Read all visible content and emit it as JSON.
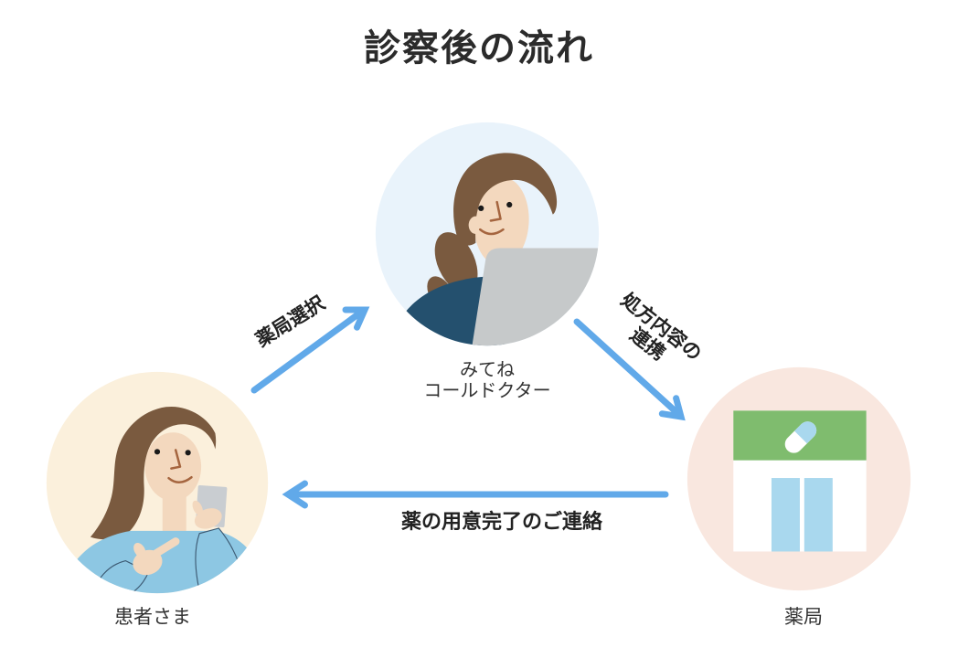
{
  "title": "診察後の流れ",
  "nodes": {
    "doctor": {
      "label_line1": "みてね",
      "label_line2": "コールドクター",
      "icon": "doctor-at-laptop-illustration",
      "bg_color": "#E9F3FB"
    },
    "patient": {
      "label": "患者さま",
      "icon": "patient-with-smartphone-illustration",
      "bg_color": "#FBF0DC"
    },
    "pharmacy": {
      "label": "薬局",
      "icon": "pharmacy-storefront-illustration",
      "bg_color": "#F9E7DF"
    }
  },
  "arrows": [
    {
      "label": "薬局選択",
      "from": "patient",
      "to": "doctor"
    },
    {
      "label_line1": "処方内容の",
      "label_line2": "連携",
      "from": "doctor",
      "to": "pharmacy"
    },
    {
      "label": "薬の用意完了のご連絡",
      "from": "pharmacy",
      "to": "patient"
    }
  ],
  "colors": {
    "arrow_blue": "#61A9E9",
    "pharmacy_green": "#7FBC6E",
    "door_blue": "#A9D8EE",
    "sweater_blue": "#8DC7E3",
    "shirt_navy": "#24506E",
    "hair_brown": "#7A5A3F",
    "skin": "#F3D8BE",
    "laptop_gray": "#C6C9CA",
    "title_text": "#2B2B2B"
  }
}
